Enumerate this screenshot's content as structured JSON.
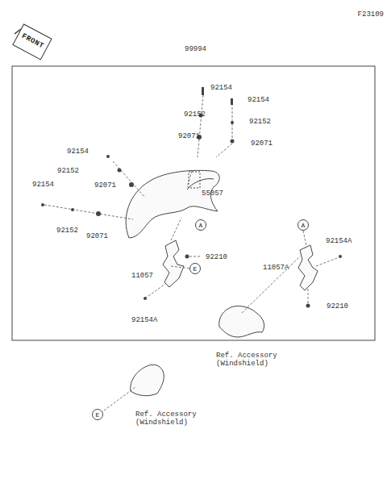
{
  "diagram": {
    "nodes": [
      {
        "text": [
          "FRONT"
        ]
      },
      {
        "text": [
          "A"
        ]
      },
      {
        "text": [
          "E"
        ]
      },
      {
        "text": [
          "A"
        ]
      },
      {
        "text": [
          "E"
        ]
      }
    ],
    "labels": [
      "F23109",
      "99994",
      "92154",
      "92152",
      "92071",
      "92154",
      "92152",
      "92071",
      "92154",
      "92152",
      "92071",
      "92154",
      "92152",
      "92071",
      "55057",
      "92210",
      "11057",
      "92154A",
      "92154A",
      "11057A",
      "92210",
      "Ref. Accessory (Windshield)",
      "Ref. Accessory (Windshield)"
    ]
  }
}
